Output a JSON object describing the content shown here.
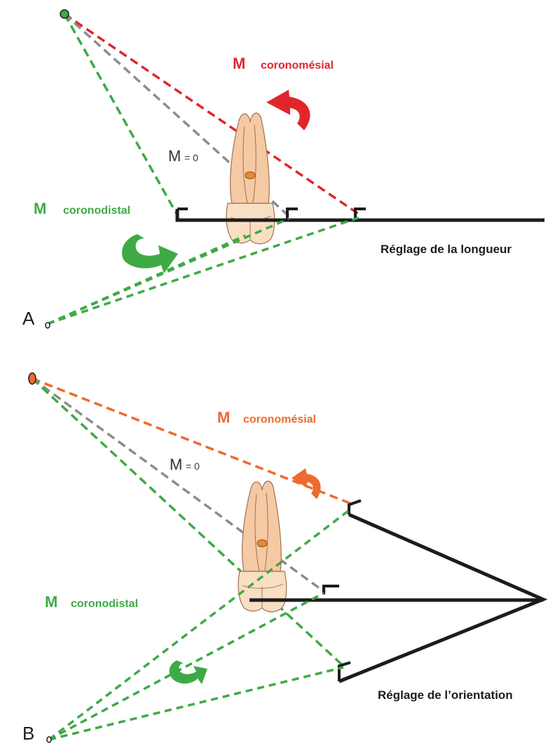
{
  "panel_a": {
    "letter": "A",
    "moment_symbol": "M",
    "mesial_label": "coronomésial",
    "zero_label": "M",
    "zero_value": "= 0",
    "distal_label": "coronodistal",
    "caption": "Réglage de la longueur"
  },
  "panel_b": {
    "letter": "B",
    "moment_symbol": "M",
    "mesial_label": "coronomésial",
    "zero_label": "M",
    "zero_value": "= 0",
    "distal_label": "coronodistal",
    "caption": "Réglage de l’orientation"
  },
  "colors": {
    "red": "#e1262b",
    "orange": "#ee6a2e",
    "green": "#3eaa45",
    "gray": "#8c8c8c",
    "black": "#1c1c1c",
    "tooth_root": "#f4c9a4",
    "tooth_crown": "#f8dec2"
  }
}
